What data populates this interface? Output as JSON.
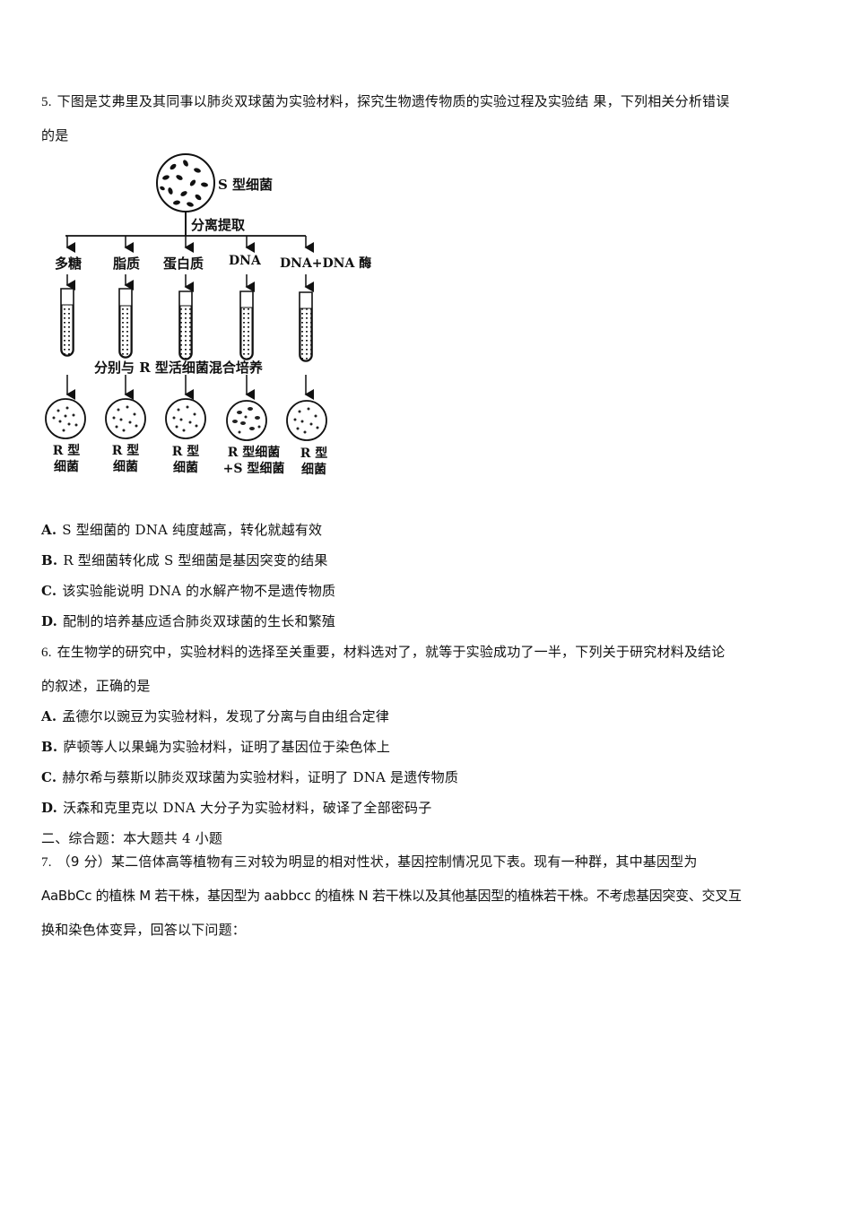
{
  "question5": {
    "number": "5.",
    "stem_line1": "下图是艾弗里及其同事以肺炎双球菌为实验材料，探究生物遗传物质的实验过程及实验结 果，下列相关分析错误",
    "stem_line2": "的是",
    "diagram": {
      "source_label": "S 型细菌",
      "extract_label": "分离提取",
      "components": [
        "多糖",
        "脂质",
        "蛋白质",
        "DNA",
        "DNA+DNA 酶"
      ],
      "mix_label": "分别与 R 型活细菌混合培养",
      "results": [
        {
          "line1": "R 型",
          "line2": "细菌"
        },
        {
          "line1": "R 型",
          "line2": "细菌"
        },
        {
          "line1": "R 型",
          "line2": "细菌"
        },
        {
          "line1": "R 型细菌",
          "line2": "+S 型细菌"
        },
        {
          "line1": "R 型",
          "line2": "细菌"
        }
      ]
    },
    "options": [
      {
        "letter": "A.",
        "text": "S 型细菌的 DNA 纯度越高，转化就越有效"
      },
      {
        "letter": "B.",
        "text": "R 型细菌转化成 S 型细菌是基因突变的结果"
      },
      {
        "letter": "C.",
        "text": "该实验能说明 DNA 的水解产物不是遗传物质"
      },
      {
        "letter": "D.",
        "text": "配制的培养基应适合肺炎双球菌的生长和繁殖"
      }
    ]
  },
  "question6": {
    "number": "6.",
    "stem_line1": "在生物学的研究中，实验材料的选择至关重要，材料选对了，就等于实验成功了一半，下列关于研究材料及结论",
    "stem_line2": "的叙述，正确的是",
    "options": [
      {
        "letter": "A.",
        "text": "孟德尔以豌豆为实验材料，发现了分离与自由组合定律"
      },
      {
        "letter": "B.",
        "text": "萨顿等人以果蝇为实验材料，证明了基因位于染色体上"
      },
      {
        "letter": "C.",
        "text": "赫尔希与蔡斯以肺炎双球菌为实验材料，证明了 DNA 是遗传物质"
      },
      {
        "letter": "D.",
        "text": "沃森和克里克以 DNA 大分子为实验材料，破译了全部密码子"
      }
    ]
  },
  "section2": {
    "heading": "二、综合题：本大题共 4 小题"
  },
  "question7": {
    "number": "7.",
    "score": "（9 分）",
    "stem_line1": "某二倍体高等植物有三对较为明显的相对性状，基因控制情况见下表。现有一种群，其中基因型为",
    "stem_line2": "AaBbCc 的植株 M 若干株，基因型为 aabbcc 的植株 N 若干株以及其他基因型的植株若干株。不考虑基因突变、交叉互",
    "stem_line3": "换和染色体变异，回答以下问题："
  }
}
